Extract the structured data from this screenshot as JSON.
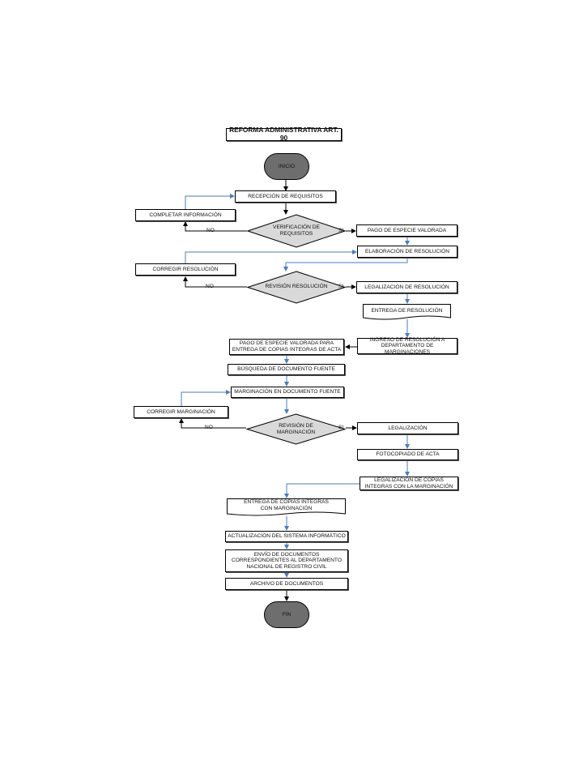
{
  "title": "REFORMA ADMINISTRATIVA ART. 90",
  "colors": {
    "blue_connector": "#4a7ebb",
    "black_connector": "#000000",
    "decision_fill": "#d9d9d9",
    "terminal_fill": "#6e6e6e"
  },
  "nodes": {
    "inicio": "INICIO",
    "recepcion": "RECEPCIÓN DE REQUISITOS",
    "completar": "COMPLETAR INFORMACIÓN",
    "verificacion": "VERIFICACIÓN DE REQUISITOS",
    "pago": "PAGO DE ESPECIE VALORADA",
    "elaboracion": "ELABORACIÓN DE RESOLUCIÓN",
    "corregir_res": "CORREGIR RESOLUCIÓN",
    "revision_res": "REVISIÓN RESOLUCIÓN",
    "legalizacion_res": "LEGALIZACIÓN DE RESOLUCIÓN",
    "entrega_res": "ENTREGA DE  RESOLUCIÓN",
    "ingreso": "INGRESO DE RESOLUCIÓN A DEPARTAMENTO DE MARGINACIONES",
    "pago_copias": "PAGO DE ESPECIE VALORADA PARA ENTREGA DE COPIAS INTEGRAS DE ACTA",
    "busqueda": "BÚSQUEDA DE DOCUMENTO FUENTE",
    "marginacion": "MARGINACIÓN EN DOCUMENTO FUENTE",
    "corregir_marg": "CORREGIR MARGINACIÓN",
    "revision_marg": "REVISIÓN DE MARGINACIÓN",
    "legalizacion": "LEGALIZACIÓN",
    "fotocopiado": "FOTOCOPIADO DE ACTA",
    "legalizacion_copias": "LEGALIZACIÓN DE COPIAS INTEGRAS CON LA MARGINACIÓN",
    "entrega_copias": "ENTREGA DE COPIAS INTEGRAS CON MARGINACIÓN",
    "actualizacion": "ACTUALIZACIÓN DEL SISTEMA INFORMÁTICO",
    "envio": "ENVÍO DE DOCUMENTOS CORRESPONDIENTES AL DEPARTAMENTO NACIONAL DE REGISTRO CIVIL",
    "archivo": "ARCHIVO DE DOCUMENTOS",
    "fin": "FIN"
  },
  "labels": {
    "no": "NO",
    "si": "SI"
  }
}
